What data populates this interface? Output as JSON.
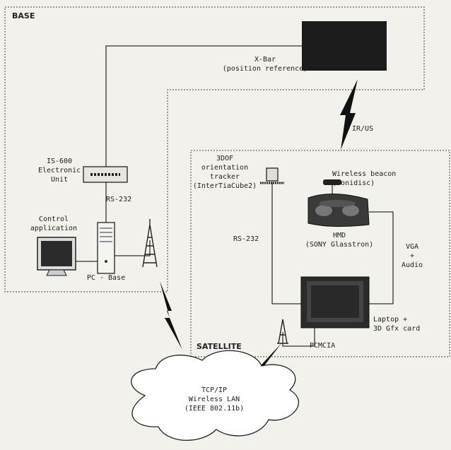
{
  "zones": {
    "base": "BASE",
    "satellite": "SATELLITE"
  },
  "labels": {
    "xbar": "X-Bar\n(position reference)",
    "ir_us": "IR/US",
    "is600": "IS-600\nElectronic\nUnit",
    "rs232_base": "RS-232",
    "control_app": "Control\napplication",
    "pc_base": "PC - Base",
    "tracker": "3DOF\norientation\ntracker\n(InterTiaCube2)",
    "beacon": "Wireless beacon\n(Sonidisc)",
    "hmd": "HMD\n(SONY Glasstron)",
    "rs232_sat": "RS-232",
    "vga_audio": "VGA\n+\nAudio",
    "laptop": "Laptop +\n3D Gfx card",
    "pcmcia": "PCMCIA",
    "wlan": "TCP/IP\nWireless LAN\n(IEEE 802.11b)"
  }
}
